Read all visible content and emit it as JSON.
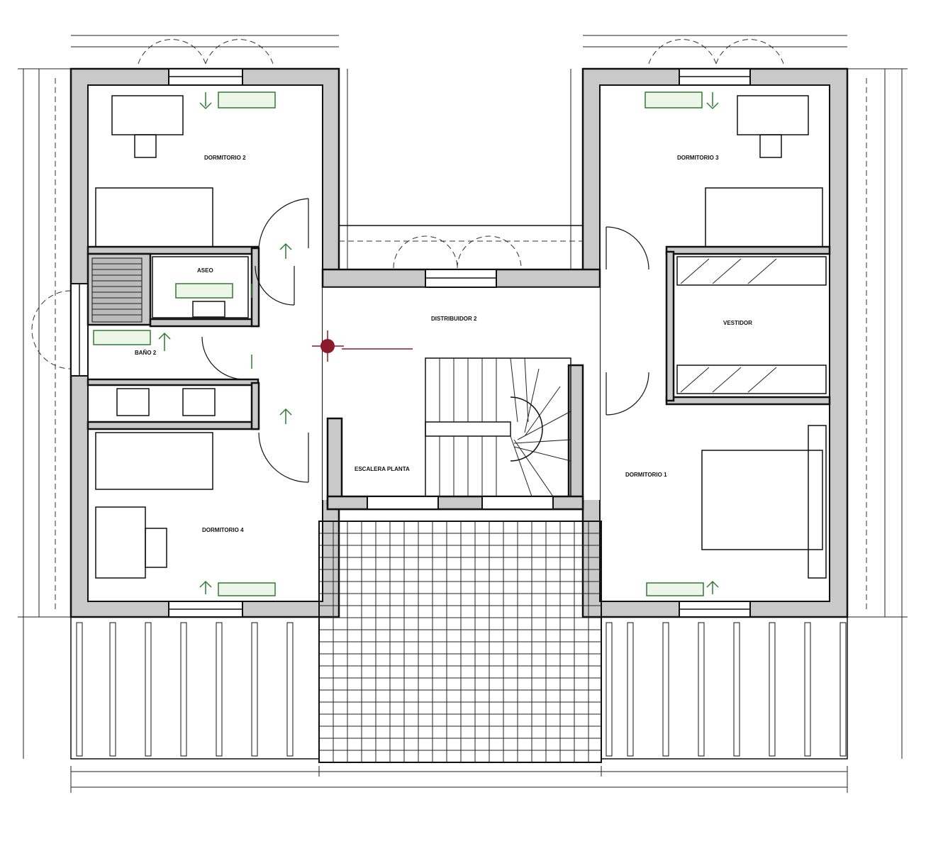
{
  "drawing": {
    "rooms": [
      {
        "id": "dorm-top-left",
        "name": "DORMITORIO 2"
      },
      {
        "id": "dorm-top-right",
        "name": "DORMITORIO 3"
      },
      {
        "id": "dorm-bottom-left",
        "name": "DORMITORIO 4"
      },
      {
        "id": "dorm-bottom-right",
        "name": "DORMITORIO 1"
      },
      {
        "id": "distribuidor",
        "name": "DISTRIBUIDOR 2"
      },
      {
        "id": "vestidor",
        "name": "VESTIDOR"
      },
      {
        "id": "aseo",
        "name": "ASEO"
      },
      {
        "id": "bano",
        "name": "BAÑO 2"
      },
      {
        "id": "escalera",
        "name": "ESCALERA PLANTA"
      }
    ],
    "colors": {
      "walls": "#c9c9c9",
      "lines": "#111111",
      "annotations": "#2f7d32",
      "level_marker": "#8b1a2b"
    }
  }
}
